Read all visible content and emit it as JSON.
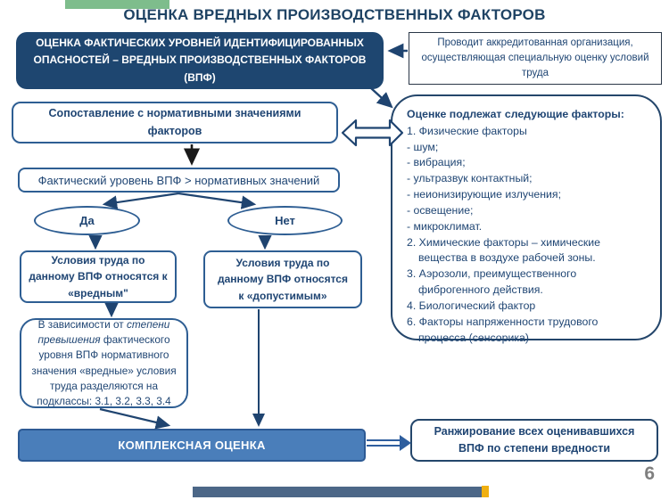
{
  "slide": {
    "title": "ОЦЕНКА ВРЕДНЫХ ПРОИЗВОДСТВЕННЫХ ФАКТОРОВ",
    "page_number": "6",
    "colors": {
      "navy_text": "#1f4573",
      "dark_box_bg": "#1e4670",
      "box_border_blue": "#2e5e93",
      "panel_border": "#24466b",
      "complex_bg": "#4a7eba",
      "green_accent": "#7ebd8c",
      "bottom_bar_blue": "#4c6787",
      "bottom_bar_yellow": "#f0b011",
      "arrow_navy": "#1f4470",
      "arrow_black": "#1a1a1a",
      "page_number_gray": "#7f7f7f"
    }
  },
  "flow": {
    "assessment_box": "ОЦЕНКА ФАКТИЧЕСКИХ УРОВНЕЙ ИДЕНТИФИЦИРОВАННЫХ ОПАСНОСТЕЙ – ВРЕДНЫХ ПРОИЗВОДСТВЕННЫХ ФАКТОРОВ (ВПФ)",
    "provider_note": "Проводит аккредитованная организация, осуществляющая специальную оценку условий труда",
    "compare_box": "Сопоставление с нормативными значениями факторов",
    "level_box": "Фактический уровень ВПФ > нормативных значений",
    "yes_label": "Да",
    "no_label": "Нет",
    "harmful_box": "Условия труда по данному ВПФ относятся к «вредным\"",
    "acceptable_box": "Условия труда по данному ВПФ относятся к «допустимым»",
    "subclass_box": {
      "before": "В зависимости от ",
      "italic": "степени превышения",
      "after": " фактического уровня ВПФ нормативного значения «вредные» условия труда разделяются на подклассы: 3.1, 3.2, 3.3, 3.4"
    },
    "complex_box": "КОМПЛЕКСНАЯ ОЦЕНКА",
    "ranking_box": "Ранжирование всех оценивавшихся ВПФ по степени вредности"
  },
  "factors": {
    "header": "Оценке подлежат следующие факторы:",
    "items": [
      "1. Физические факторы",
      "- шум;",
      "- вибрация;",
      "- ультразвук контактный;",
      "- неионизирующие излучения;",
      "- освещение;",
      "- микроклимат.",
      "2. Химические факторы – химические вещества в воздухе рабочей зоны.",
      "3. Аэрозоли, преимущественного фиброгенного действия.",
      "4. Биологический фактор",
      "6. Факторы напряженности трудового процесса (сенсорика)"
    ]
  }
}
